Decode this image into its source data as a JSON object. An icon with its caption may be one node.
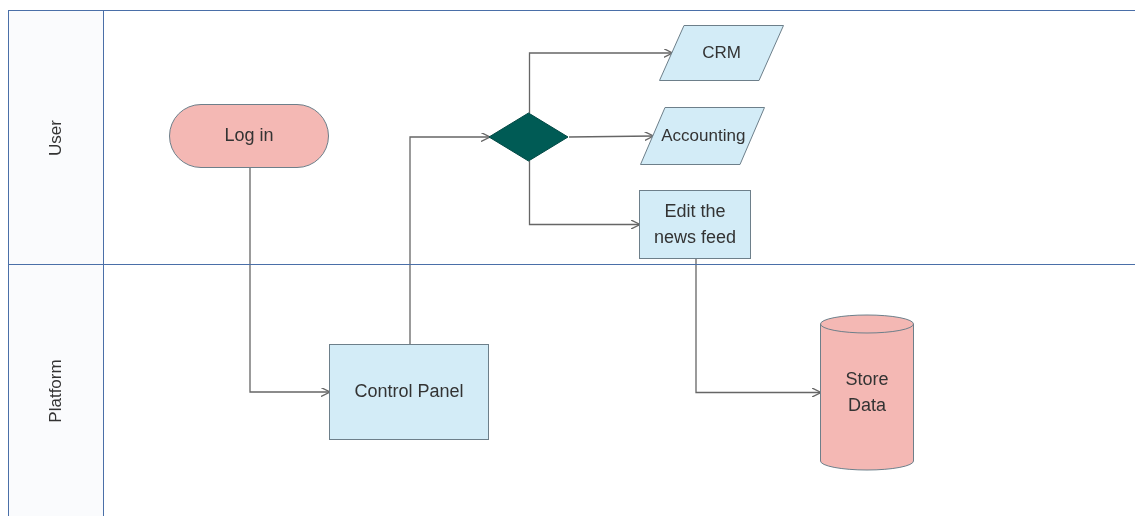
{
  "diagram": {
    "nodes": [
      {
        "text": [
          "User"
        ]
      },
      {
        "text": [
          "Platform"
        ]
      },
      {
        "text": [
          "Log in"
        ],
        "in": 0
      },
      {
        "text": [
          "Control Panel"
        ],
        "in": 1
      },
      {
        "text": [],
        "shape": "diamond",
        "in": 0
      },
      {
        "text": [
          "CRM"
        ],
        "in": 0
      },
      {
        "text": [
          "Accounting"
        ],
        "in": 0
      },
      {
        "text": [
          "Edit the news feed"
        ],
        "in": 0
      },
      {
        "text": [
          "Store Data"
        ],
        "in": 1
      }
    ],
    "edges": [
      {
        "from": 2,
        "to": 3,
        "arrow": "to"
      },
      {
        "from": 3,
        "to": 4,
        "arrow": "to"
      },
      {
        "from": 4,
        "to": 5,
        "arrow": "to"
      },
      {
        "from": 4,
        "to": 6,
        "arrow": "to"
      },
      {
        "from": 4,
        "to": 7,
        "arrow": "to"
      },
      {
        "from": 7,
        "to": 8,
        "arrow": "to"
      }
    ]
  }
}
